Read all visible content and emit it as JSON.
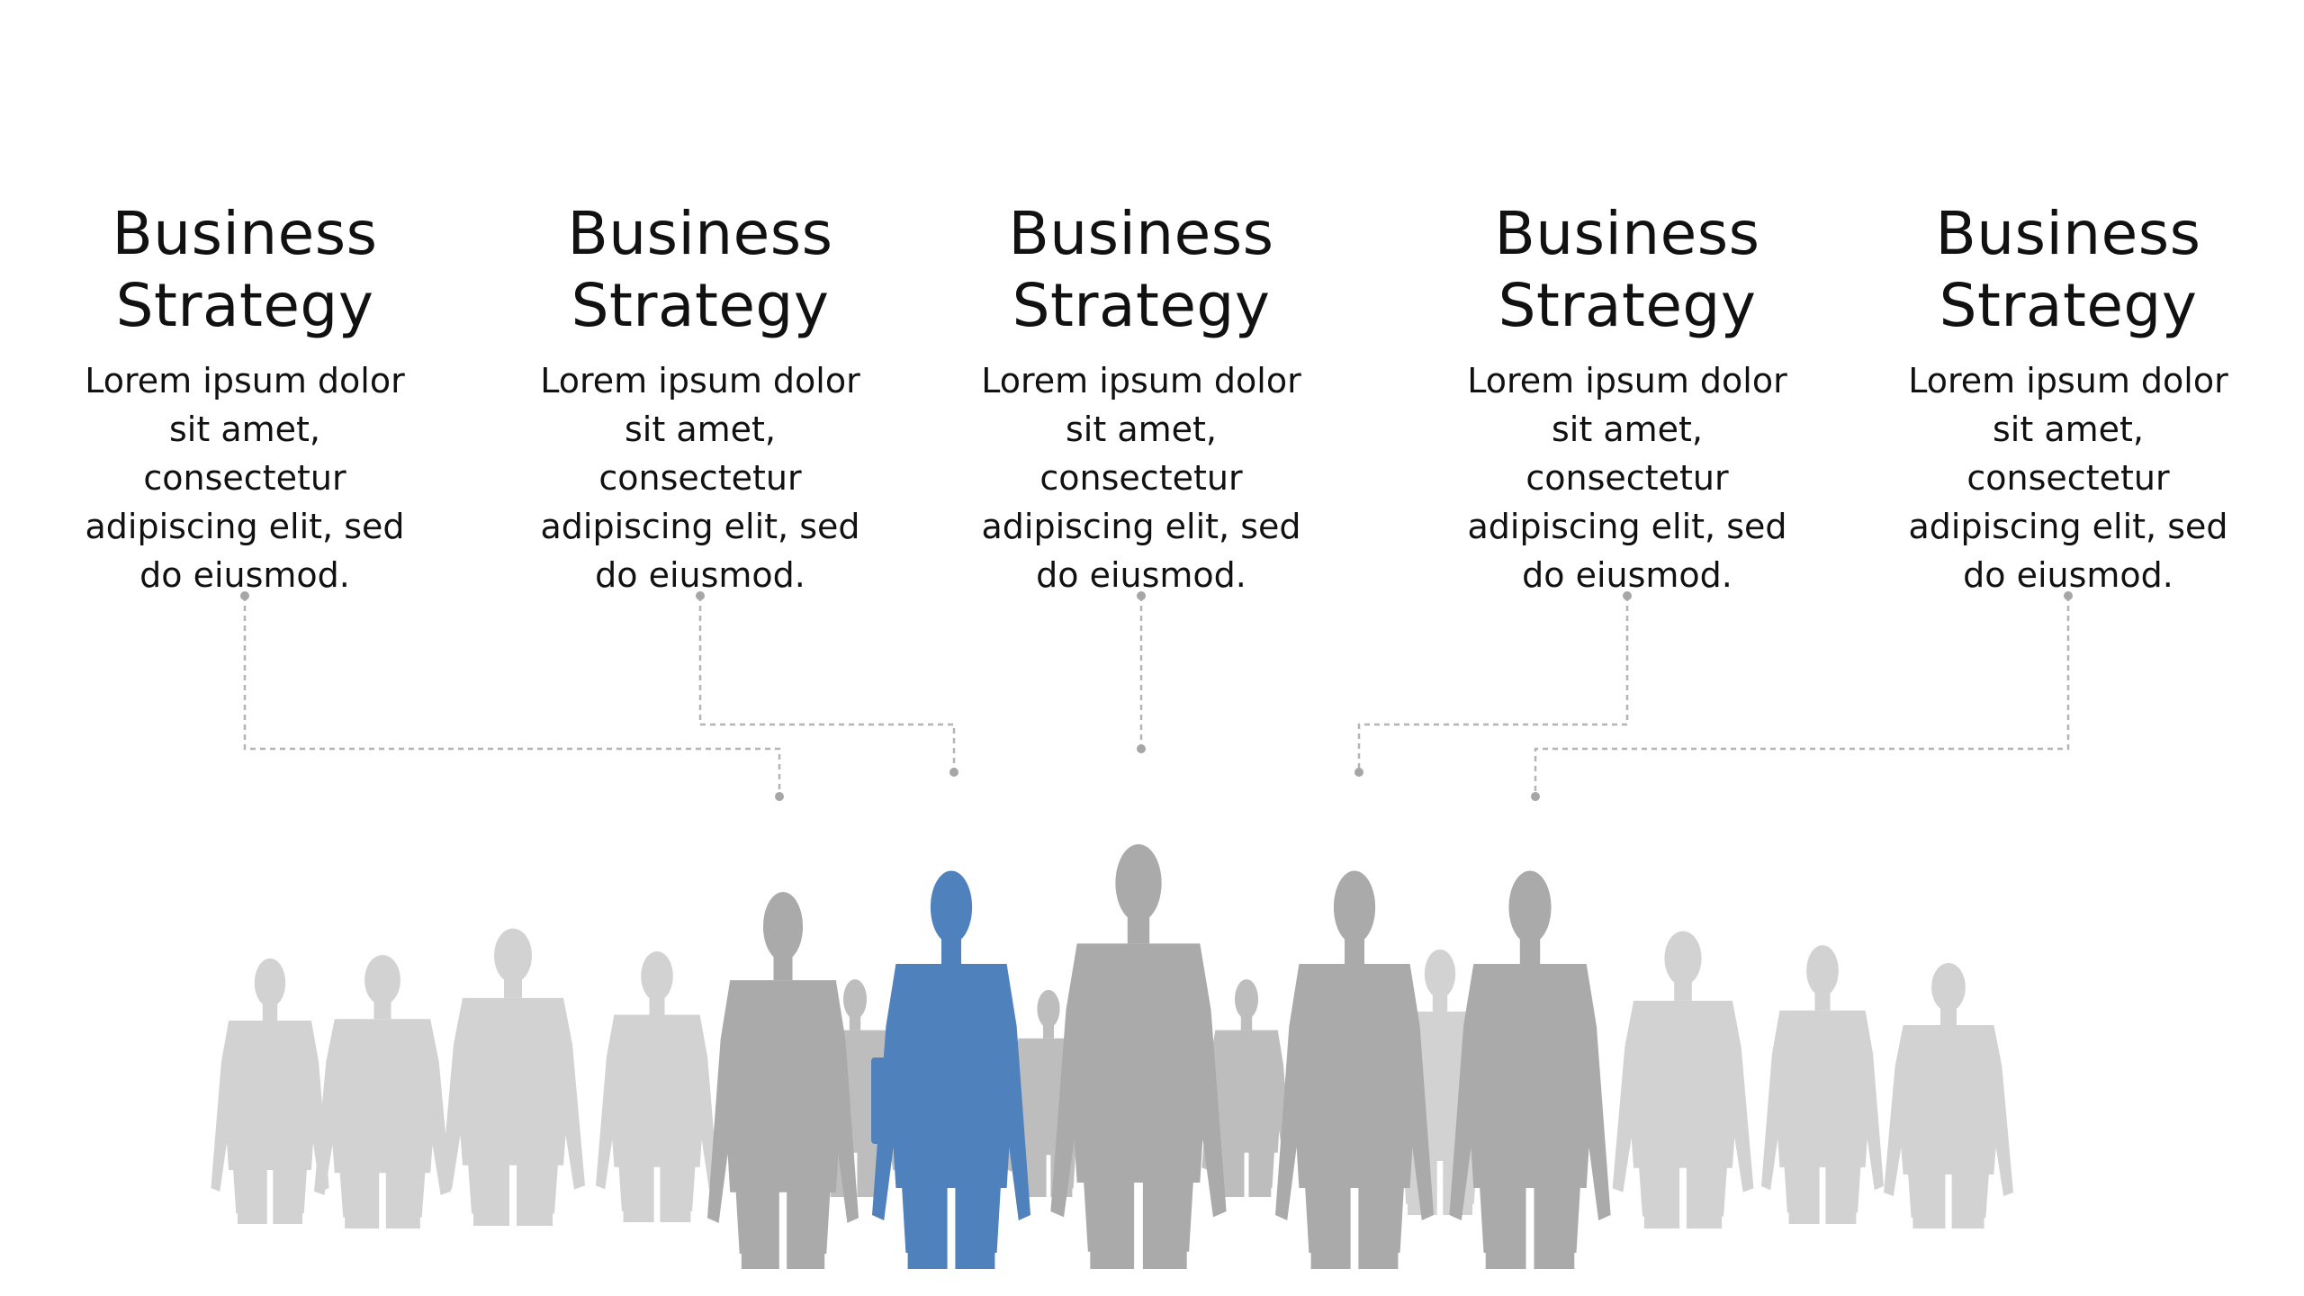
{
  "columns": [
    {
      "title_line1": "Business",
      "title_line2": "Strategy",
      "body": [
        "Lorem ipsum dolor",
        "sit amet,",
        "consectetur",
        "adipiscing elit, sed",
        "do eiusmod."
      ]
    },
    {
      "title_line1": "Business",
      "title_line2": "Strategy",
      "body": [
        "Lorem ipsum dolor",
        "sit amet,",
        "consectetur",
        "adipiscing elit, sed",
        "do eiusmod."
      ]
    },
    {
      "title_line1": "Business",
      "title_line2": "Strategy",
      "body": [
        "Lorem ipsum dolor",
        "sit amet,",
        "consectetur",
        "adipiscing elit, sed",
        "do eiusmod."
      ]
    },
    {
      "title_line1": "Business",
      "title_line2": "Strategy",
      "body": [
        "Lorem ipsum dolor",
        "sit amet,",
        "consectetur",
        "adipiscing elit, sed",
        "do eiusmod."
      ]
    },
    {
      "title_line1": "Business",
      "title_line2": "Strategy",
      "body": [
        "Lorem ipsum dolor",
        "sit amet,",
        "consectetur",
        "adipiscing elit, sed",
        "do eiusmod."
      ]
    }
  ],
  "colors": {
    "highlight": "#4f81bd",
    "figure_front": "#a8a8a8",
    "figure_mid": "#c0c0c0",
    "figure_back": "#d2d2d2",
    "connector": "#b4b4b4"
  }
}
